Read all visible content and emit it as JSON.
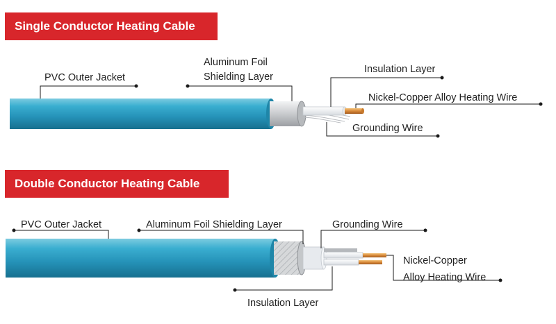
{
  "single": {
    "title": "Single Conductor Heating Cable",
    "labels": {
      "pvc_outer_jacket": "PVC Outer Jacket",
      "aluminum_foil_line1": "Aluminum Foil",
      "aluminum_foil_line2": "Shielding Layer",
      "insulation_layer": "Insulation Layer",
      "heating_wire": "Nickel-Copper Alloy Heating Wire",
      "grounding_wire": "Grounding Wire"
    }
  },
  "double": {
    "title": "Double Conductor Heating Cable",
    "labels": {
      "pvc_outer_jacket": "PVC Outer Jacket",
      "aluminum_foil": "Aluminum Foil Shielding Layer",
      "grounding_wire": "Grounding Wire",
      "heating_wire_line1": "Nickel-Copper",
      "heating_wire_line2": "Alloy Heating Wire",
      "insulation_layer": "Insulation Layer"
    }
  },
  "colors": {
    "banner": "#d8262b",
    "jacket": "#2a9ec0",
    "foil": "#d4d6d8",
    "copper": "#d98a3a"
  }
}
